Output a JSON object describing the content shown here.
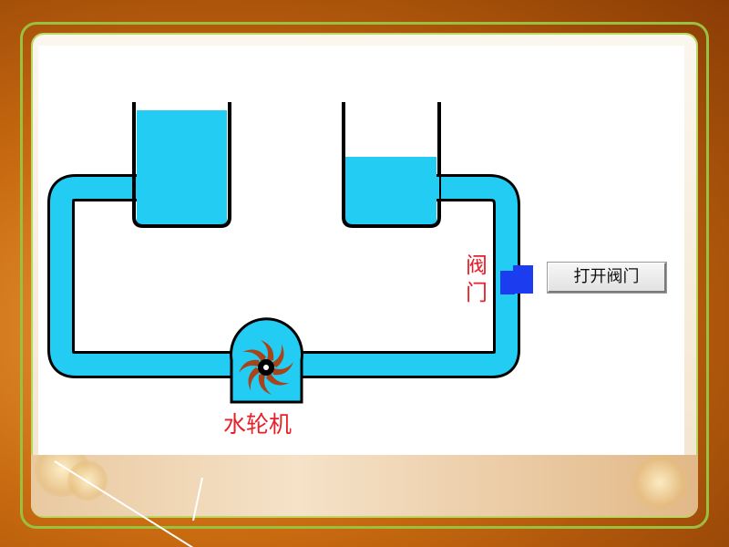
{
  "diagram": {
    "valve_label": "阀门",
    "turbine_label": "水轮机",
    "open_valve_button": "打开阀门",
    "colors": {
      "water": "#22ccf2",
      "outline": "#000000",
      "valve": "#1c3cf0",
      "turbine_blade": "#a8441c",
      "label_red": "#e8202a"
    },
    "tanks": [
      {
        "name": "left-tank",
        "water_level_fraction": 0.9
      },
      {
        "name": "right-tank",
        "water_level_fraction": 0.55
      }
    ]
  }
}
